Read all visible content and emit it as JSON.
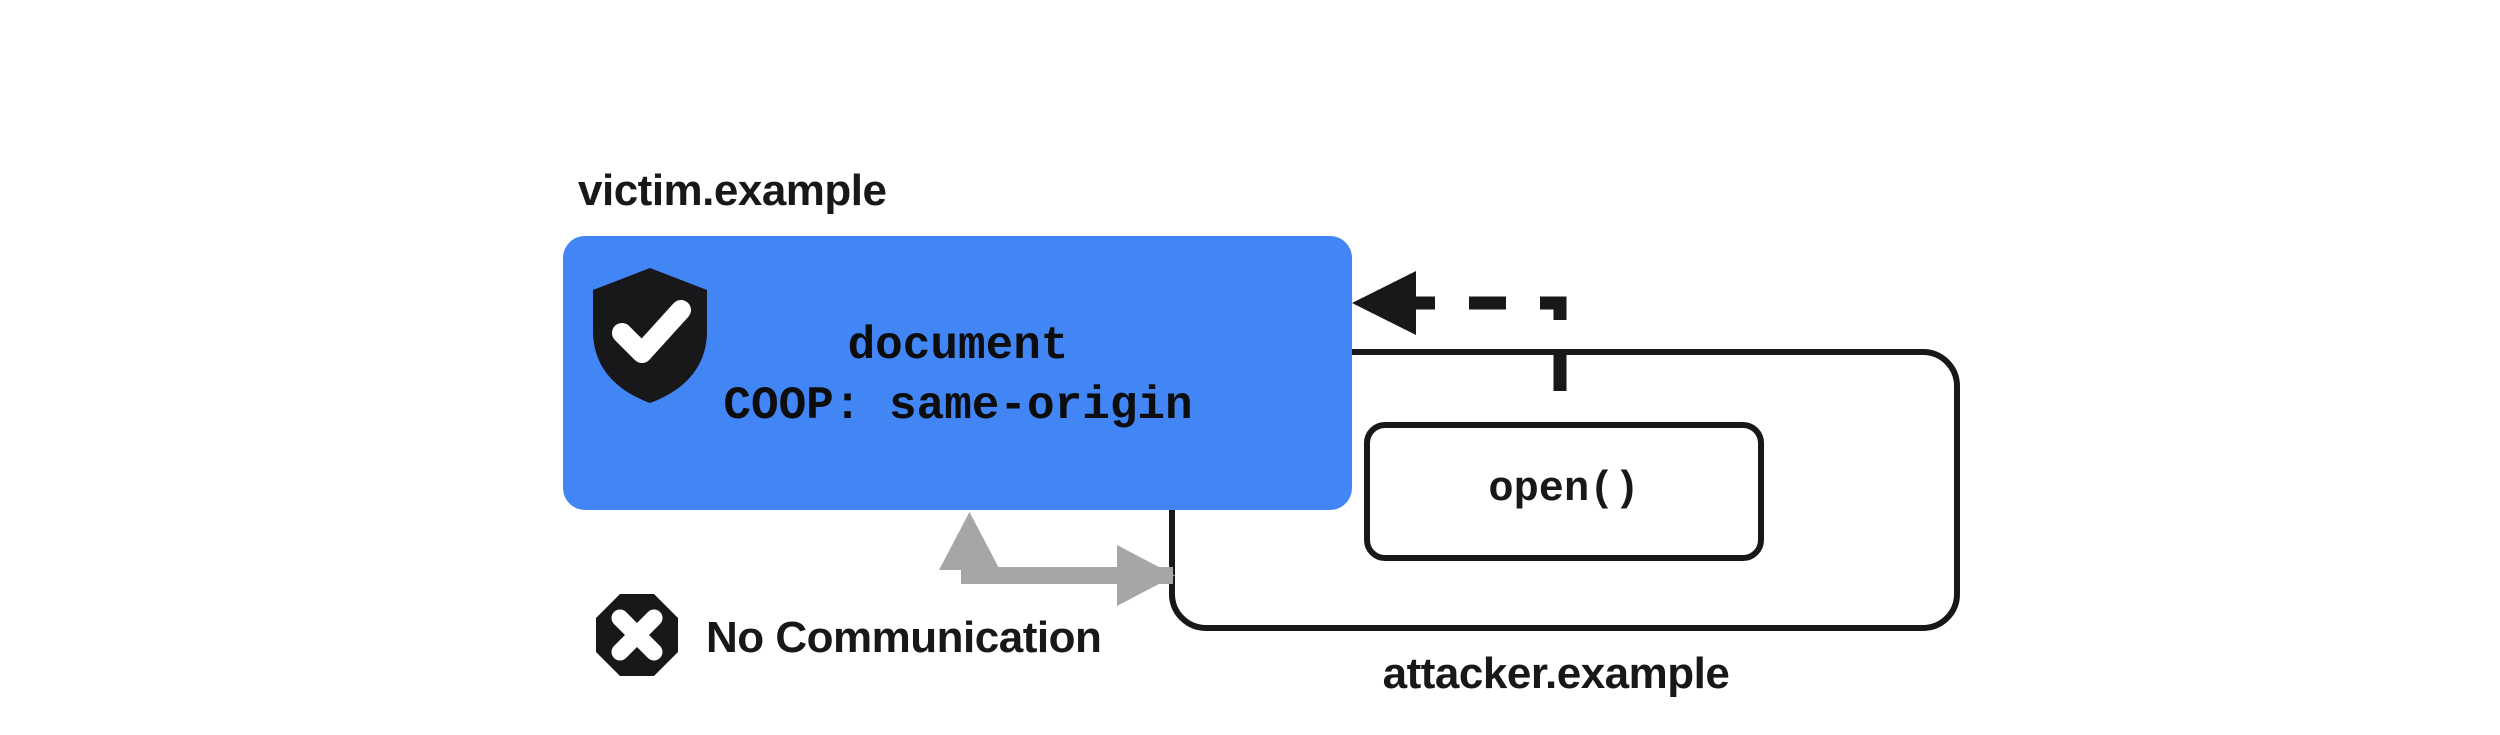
{
  "diagram": {
    "title_victim": "victim.example",
    "title_attacker": "attacker.example",
    "victim_box": {
      "line1": "document",
      "line2": "COOP: same-origin",
      "fill_color": "#4285F4",
      "shield_icon": "shield-check-icon"
    },
    "attacker_box": {
      "call_label": "open()",
      "border_color": "#18181b"
    },
    "annotation": {
      "no_communication_label": "No Communication",
      "x_icon": "octagon-x-icon",
      "arrow_color": "#A6A6A6"
    },
    "open_arrow": {
      "style": "dashed",
      "color": "#18181b"
    },
    "colors": {
      "accent_blue": "#4285F4",
      "ink": "#18181b",
      "gray_arrow": "#A6A6A6",
      "page_background": "#ffffff"
    }
  }
}
